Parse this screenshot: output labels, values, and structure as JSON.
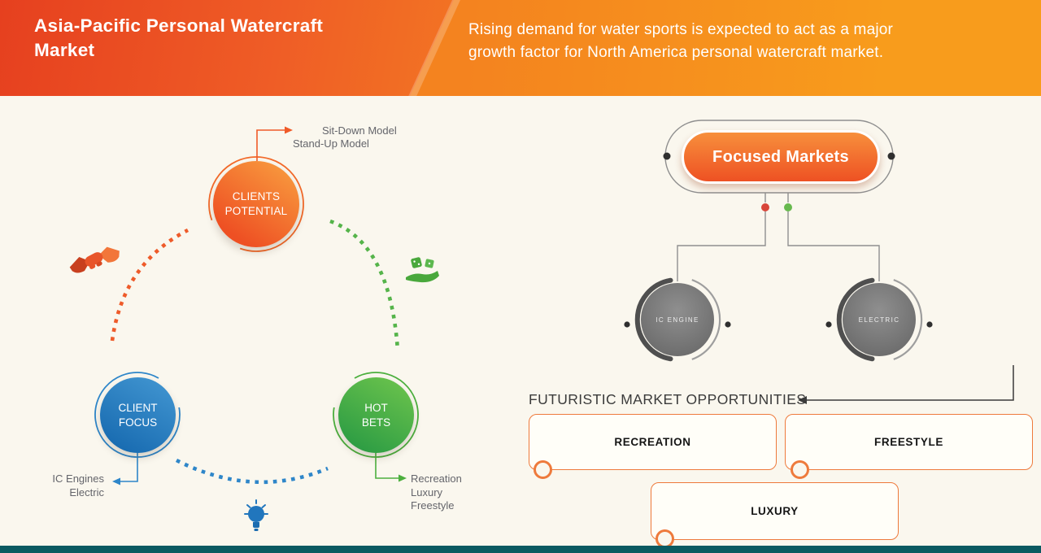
{
  "header": {
    "title": "Asia-Pacific Personal Watercraft\nMarket",
    "subtitle": "Rising demand for water sports is expected to act as a major\ngrowth factor for North America personal watercraft market."
  },
  "left_diagram": {
    "clients_potential": {
      "label": "CLIENTS\nPOTENTIAL",
      "callout_line1": "Sit-Down Model",
      "callout_line2": "Stand-Up Model"
    },
    "client_focus": {
      "label": "CLIENT\nFOCUS",
      "callout": "IC Engines\nElectric"
    },
    "hot_bets": {
      "label": "HOT\nBETS",
      "callout": "Recreation\nLuxury\nFreestyle"
    },
    "icons": [
      "handshake-icon",
      "dice-hand-icon",
      "lightbulb-icon"
    ]
  },
  "right_diagram": {
    "focused_markets_label": "Focused Markets",
    "engines": [
      {
        "label": "IC ENGINE"
      },
      {
        "label": "ELECTRIC"
      }
    ],
    "heading": "FUTURISTIC MARKET OPPORTUNITIES",
    "opportunities": [
      "RECREATION",
      "FREESTYLE",
      "LUXURY"
    ]
  },
  "colors": {
    "header_left": "#e6401f",
    "header_right": "#f89c1c",
    "accent_orange": "#f05a28",
    "accent_blue": "#2e86c9",
    "accent_green": "#4caf3e",
    "node_gray": "#7a7a7a",
    "box_border_orange": "#ee7a3c",
    "bottom_bar_teal": "#0a5a61",
    "background_cream": "#faf7ee"
  }
}
